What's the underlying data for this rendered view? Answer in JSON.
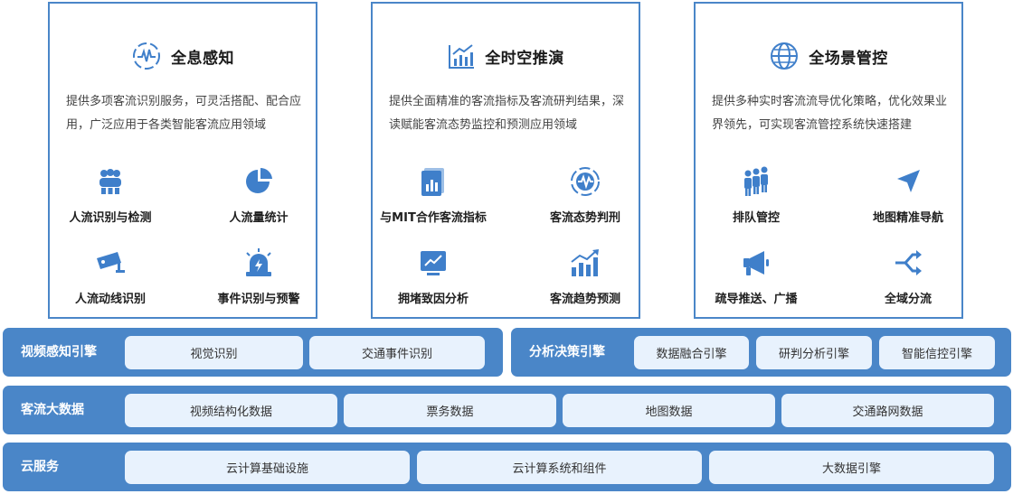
{
  "cards": [
    {
      "title": "全息感知",
      "icon": "pulse-circle-icon",
      "desc": "提供多项客流识别服务，可灵活搭配、配合应用，广泛应用于各类智能客流应用领域",
      "features": [
        {
          "label": "人流识别与检测",
          "icon": "crowd-icon"
        },
        {
          "label": "人流量统计",
          "icon": "pie-chart-icon"
        },
        {
          "label": "人流动线识别",
          "icon": "camera-icon"
        },
        {
          "label": "事件识别与预警",
          "icon": "alarm-light-icon"
        }
      ]
    },
    {
      "title": "全时空推演",
      "icon": "trend-chart-icon",
      "desc": "提供全面精准的客流指标及客流研判结果，深读赋能客流态势监控和预测应用领域",
      "features": [
        {
          "label": "与MIT合作客流指标",
          "icon": "report-icon"
        },
        {
          "label": "客流态势判刑",
          "icon": "pulse-circle-icon"
        },
        {
          "label": "拥堵致因分析",
          "icon": "monitor-chart-icon"
        },
        {
          "label": "客流趋势预测",
          "icon": "growth-chart-icon"
        }
      ]
    },
    {
      "title": "全场景管控",
      "icon": "globe-icon",
      "desc": "提供多种实时客流流导优化策略，优化效果业界领先，可实现客流管控系统快速搭建",
      "features": [
        {
          "label": "排队管控",
          "icon": "queue-icon"
        },
        {
          "label": "地图精准导航",
          "icon": "navigation-icon"
        },
        {
          "label": "疏导推送、广播",
          "icon": "megaphone-icon"
        },
        {
          "label": "全域分流",
          "icon": "split-arrows-icon"
        }
      ]
    }
  ],
  "layers": {
    "vision": {
      "label": "视频感知引擎",
      "items": [
        "视觉识别",
        "交通事件识别"
      ]
    },
    "decision": {
      "label": "分析决策引擎",
      "items": [
        "数据融合引擎",
        "研判分析引擎",
        "智能信控引擎"
      ]
    },
    "bigdata": {
      "label": "客流大数据",
      "items": [
        "视频结构化数据",
        "票务数据",
        "地图数据",
        "交通路网数据"
      ]
    },
    "cloud": {
      "label": "云服务",
      "items": [
        "云计算基础设施",
        "云计算系统和组件",
        "大数据引擎"
      ]
    }
  },
  "colors": {
    "primary": "#4a86c8",
    "pill": "#e8f2fd"
  }
}
